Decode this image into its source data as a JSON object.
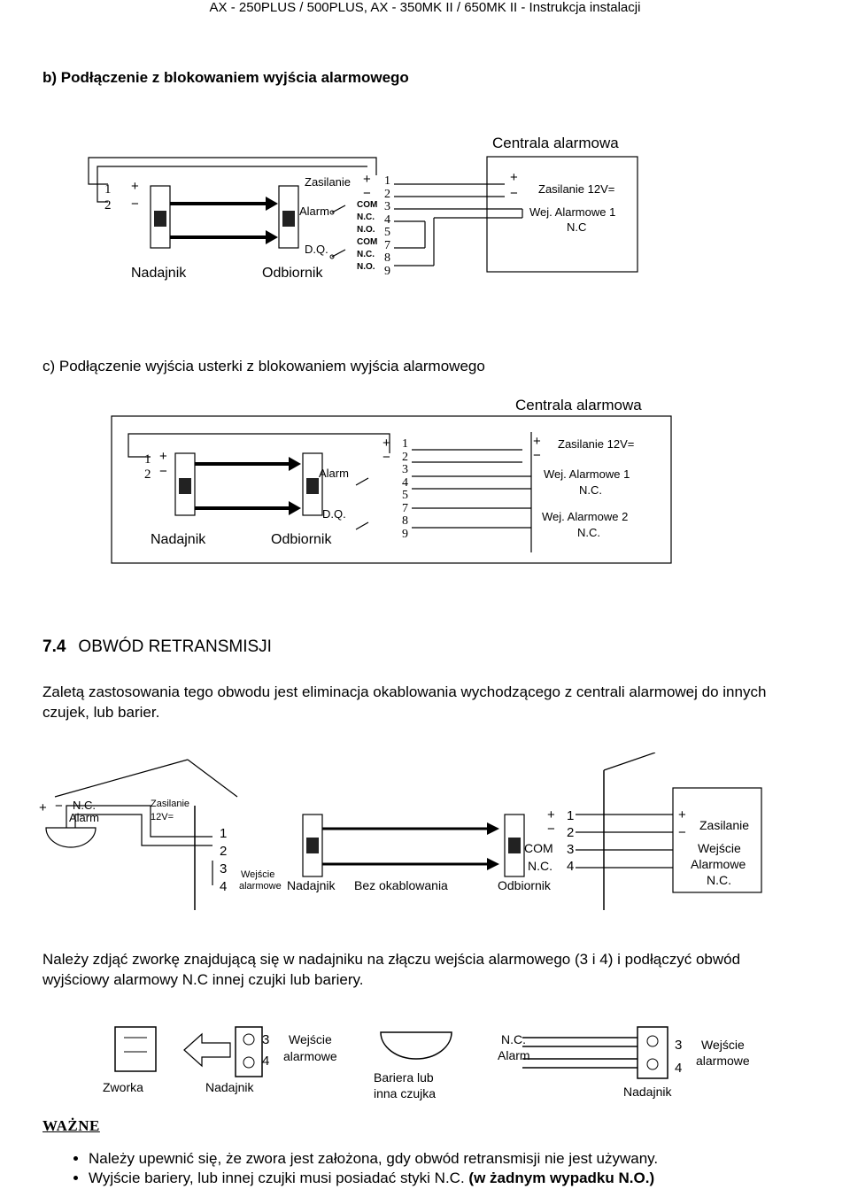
{
  "header": "AX - 250PLUS / 500PLUS, AX - 350MK II / 650MK II - Instrukcja instalacji",
  "section_b": {
    "title": "b) Podłączenie z blokowaniem wyjścia alarmowego",
    "centrala": "Centrala alarmowa",
    "nadajnik": "Nadajnik",
    "odbiornik": "Odbiornik",
    "zasilanie": "Zasilanie",
    "alarm": "Alarm",
    "dq": "D.Q.",
    "zasilanie12": "Zasilanie 12V=",
    "wej1": "Wej. Alarmowe 1",
    "nc": "N.C",
    "term1": "1",
    "term2": "2",
    "plus": "+",
    "minus": "−",
    "com": "COM",
    "ncs": "N.C.",
    "nos": "N.O.",
    "numbers": [
      "1",
      "2",
      "3",
      "4",
      "5",
      "7",
      "8",
      "9"
    ]
  },
  "section_c": {
    "title": "c) Podłączenie wyjścia usterki z blokowaniem wyjścia alarmowego",
    "centrala": "Centrala alarmowa",
    "nadajnik": "Nadajnik",
    "odbiornik": "Odbiornik",
    "alarm": "Alarm",
    "dq": "D.Q.",
    "zasilanie12": "Zasilanie 12V=",
    "wej1": "Wej. Alarmowe 1",
    "nc1": "N.C.",
    "wej2": "Wej. Alarmowe 2",
    "nc2": "N.C.",
    "term1": "1",
    "term2": "2",
    "numbers": [
      "1",
      "2",
      "3",
      "4",
      "5",
      "7",
      "8",
      "9"
    ]
  },
  "section_74": {
    "number": "7.4",
    "title": "OBWÓD RETRANSMISJI",
    "para": "Zaletą zastosowania tego obwodu jest eliminacja okablowania wychodzącego z centrali alarmowej do innych czujek, lub barier."
  },
  "diag3": {
    "nc": "N.C.",
    "alarm": "Alarm",
    "zasilanie": "Zasilanie",
    "v12": "12V=",
    "wejscie": "Wejście",
    "alarmowe": "alarmowe",
    "nadajnik": "Nadajnik",
    "bez": "Bez okablowania",
    "odbiornik": "Odbiornik",
    "com": "COM",
    "ncs": "N.C.",
    "zasilanie_r": "Zasilanie",
    "wejscie_r": "Wejście",
    "alarmowe_r": "Alarmowe",
    "nc_r": "N.C.",
    "nums": [
      "1",
      "2",
      "3",
      "4"
    ]
  },
  "para2": "Należy zdjąć zworkę znajdującą się w nadajniku na złączu wejścia alarmowego (3 i 4) i podłączyć obwód wyjściowy alarmowy N.C innej czujki lub bariery.",
  "diag4": {
    "zworka": "Zworka",
    "nadajnik1": "Nadajnik",
    "n3": "3",
    "n4": "4",
    "wejscie1": "Wejście",
    "alarmowe1": "alarmowe",
    "bariera1": "Bariera lub",
    "bariera2": "inna czujka",
    "nc": "N.C.",
    "alarm": "Alarm",
    "wejscie2": "Wejście",
    "alarmowe2": "alarmowe",
    "nadajnik2": "Nadajnik"
  },
  "important": {
    "label": "WAŻNE",
    "b1": "Należy upewnić się, że zwora jest założona, gdy obwód retransmisji nie jest używany.",
    "b2_pre": "Wyjście bariery, lub innej czujki musi posiadać styki N.C. ",
    "b2_bold": "(w żadnym wypadku N.O.)"
  }
}
